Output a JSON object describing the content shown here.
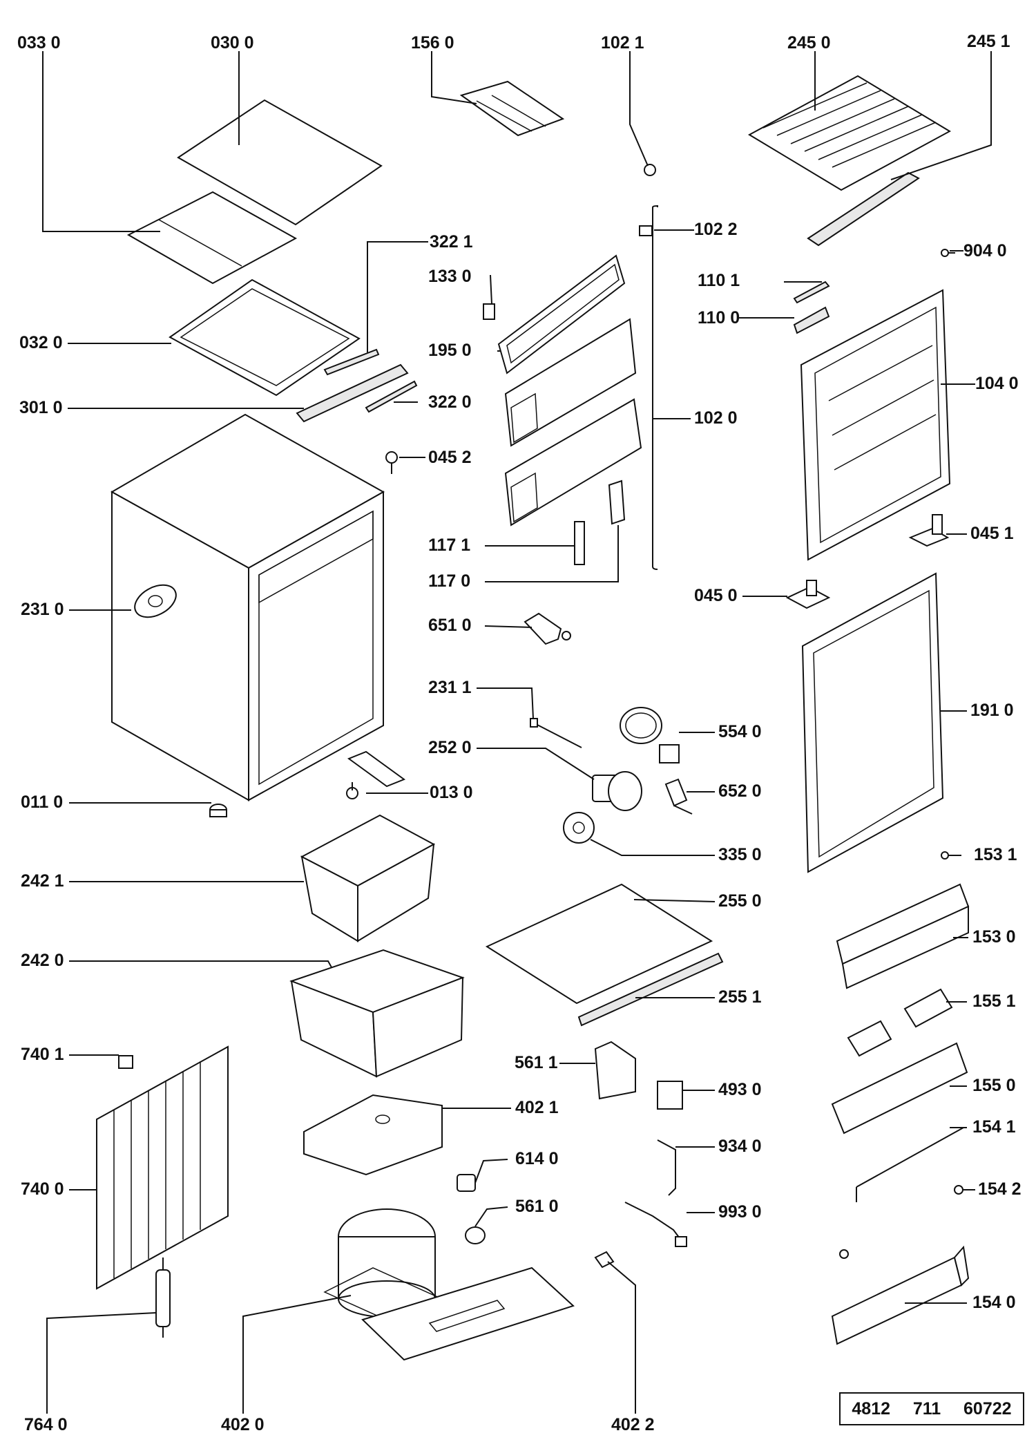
{
  "title": "",
  "doc_reference": {
    "a": "4812",
    "b": "711",
    "c": "60722"
  },
  "parts": [
    {
      "id": "033_0",
      "label": "033 0"
    },
    {
      "id": "030_0",
      "label": "030  0"
    },
    {
      "id": "156_0",
      "label": "156  0"
    },
    {
      "id": "102_1",
      "label": "102   1"
    },
    {
      "id": "245_0",
      "label": "245  0"
    },
    {
      "id": "245_1",
      "label": "245 1"
    },
    {
      "id": "322_1",
      "label": "322 1"
    },
    {
      "id": "133_0",
      "label": "133 0"
    },
    {
      "id": "102_2",
      "label": "102 2"
    },
    {
      "id": "904_0",
      "label": "904 0"
    },
    {
      "id": "110_1",
      "label": "110 1"
    },
    {
      "id": "032_0",
      "label": "032 0"
    },
    {
      "id": "195_0",
      "label": "195  0"
    },
    {
      "id": "110_0",
      "label": "110  0"
    },
    {
      "id": "301_0",
      "label": "301 0"
    },
    {
      "id": "322_0",
      "label": "322 0"
    },
    {
      "id": "104_0",
      "label": "104 0"
    },
    {
      "id": "102_0",
      "label": "102 0"
    },
    {
      "id": "045_2",
      "label": "045 2"
    },
    {
      "id": "045_1",
      "label": "045 1"
    },
    {
      "id": "117_1",
      "label": "117 1"
    },
    {
      "id": "117_0",
      "label": "117 0"
    },
    {
      "id": "045_0",
      "label": "045  0"
    },
    {
      "id": "231_0",
      "label": "231 0"
    },
    {
      "id": "651_0",
      "label": "651 0"
    },
    {
      "id": "231_1",
      "label": "231 1"
    },
    {
      "id": "191_0",
      "label": "191  0"
    },
    {
      "id": "554_0",
      "label": "554  0"
    },
    {
      "id": "252_0",
      "label": "252 0"
    },
    {
      "id": "652_0",
      "label": "652 0"
    },
    {
      "id": "013_0",
      "label": "013 0"
    },
    {
      "id": "011_0",
      "label": "011 0"
    },
    {
      "id": "335_0",
      "label": "335 0"
    },
    {
      "id": "153_1",
      "label": "153 1"
    },
    {
      "id": "242_1",
      "label": "242 1"
    },
    {
      "id": "255_0",
      "label": "255 0"
    },
    {
      "id": "153_0",
      "label": "153 0"
    },
    {
      "id": "242_0",
      "label": "242 0"
    },
    {
      "id": "255_1",
      "label": "255 1"
    },
    {
      "id": "155_1",
      "label": "155 1"
    },
    {
      "id": "740_1",
      "label": "740 1"
    },
    {
      "id": "561_1",
      "label": "561 1"
    },
    {
      "id": "493_0",
      "label": "493 0"
    },
    {
      "id": "155_0",
      "label": "155 0"
    },
    {
      "id": "402_1",
      "label": "402 1"
    },
    {
      "id": "154_1",
      "label": "154 1"
    },
    {
      "id": "934_0",
      "label": "934 0"
    },
    {
      "id": "614_0",
      "label": "614 0"
    },
    {
      "id": "154_2",
      "label": "154 2"
    },
    {
      "id": "740_0",
      "label": "740 0"
    },
    {
      "id": "561_0",
      "label": "561 0"
    },
    {
      "id": "993_0",
      "label": "993 0"
    },
    {
      "id": "154_0",
      "label": "154 0"
    },
    {
      "id": "764_0",
      "label": "764 0"
    },
    {
      "id": "402_0",
      "label": "402  0"
    },
    {
      "id": "402_2",
      "label": "402  2"
    }
  ]
}
